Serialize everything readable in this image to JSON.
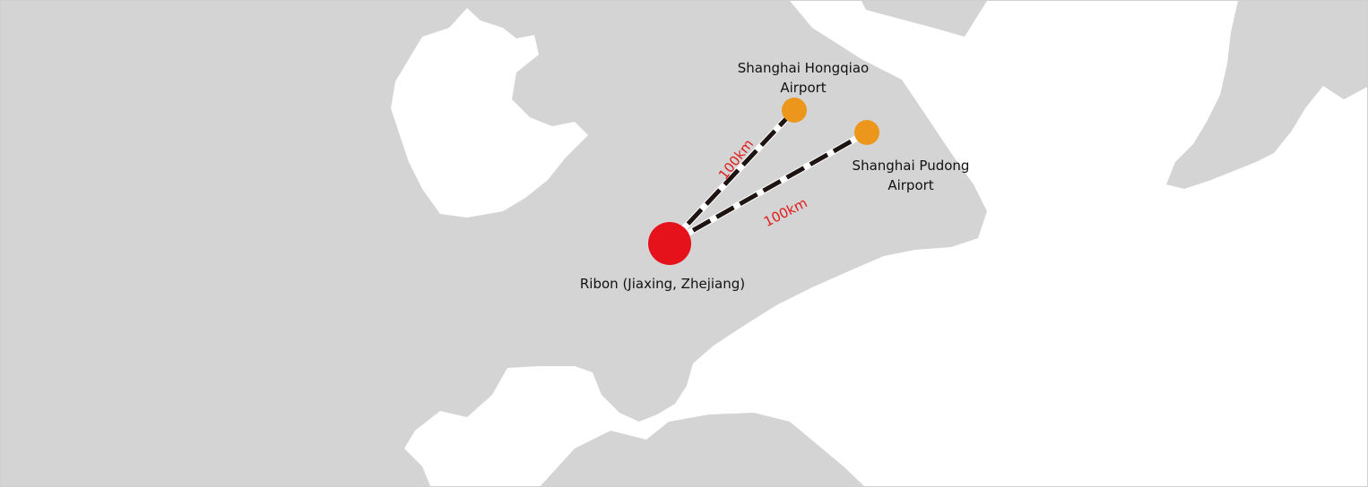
{
  "colors": {
    "land": "#d3d4d3",
    "water": "#ffffff",
    "origin_marker": "#e5121b",
    "airport_marker": "#ec971b",
    "distance_text": "#e01a1a",
    "route_dark": "#1e1412",
    "route_light": "#ffffff"
  },
  "origin": {
    "label": "Ribon  (Jiaxing, Zhejiang)"
  },
  "airports": [
    {
      "line1": "Shanghai Hongqiao",
      "line2": "Airport",
      "distance": "100km"
    },
    {
      "line1": "Shanghai Pudong",
      "line2": "Airport",
      "distance": "100km"
    }
  ]
}
